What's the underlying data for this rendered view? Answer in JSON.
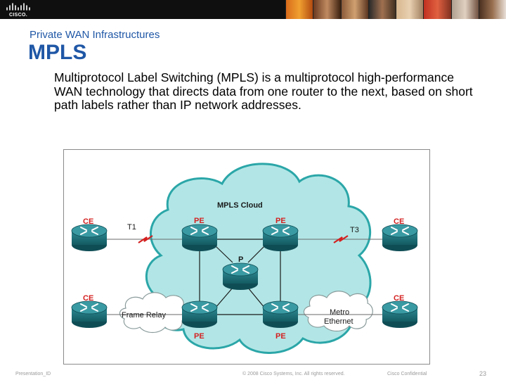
{
  "header": {
    "logo_text": "CISCO."
  },
  "slide": {
    "subtitle": "Private WAN Infrastructures",
    "title": "MPLS",
    "body": "Multiprotocol Label Switching (MPLS) is a multiprotocol high-performance WAN technology that directs data from one router to the next, based on short path labels rather than IP network addresses."
  },
  "diagram": {
    "cloud_label": "MPLS Cloud",
    "frame_relay_label": "Frame Relay",
    "metro_label_1": "Metro",
    "metro_label_2": "Ethernet",
    "link_t1": "T1",
    "link_t3": "T3",
    "routers": {
      "ce_top_left": "CE",
      "pe_top_left": "PE",
      "pe_top_right": "PE",
      "ce_top_right": "CE",
      "p_center": "P",
      "ce_bottom_left": "CE",
      "pe_bottom_left": "PE",
      "pe_bottom_right": "PE",
      "ce_bottom_right": "CE"
    }
  },
  "footer": {
    "presentation_id": "Presentation_ID",
    "copyright": "© 2008 Cisco Systems, Inc. All rights reserved.",
    "confidential": "Cisco Confidential",
    "page_number": "23"
  },
  "colors": {
    "title_blue": "#1f57a6",
    "cloud_fill": "#b2e6e6",
    "router_teal": "#1a6f78",
    "label_red": "#d42020"
  }
}
